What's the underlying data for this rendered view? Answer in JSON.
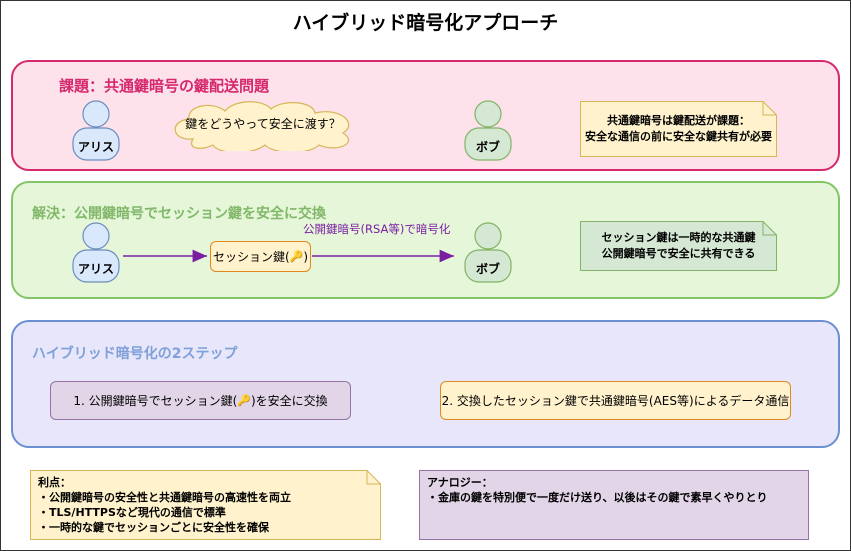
{
  "title": "ハイブリッド暗号化アプローチ",
  "colors": {
    "problem_accent": "#d6286c",
    "solution_accent": "#82c468",
    "steps_accent": "#6b8fd0",
    "arrow": "#7a1fa2",
    "session_key_border": "#e08a1e"
  },
  "problem": {
    "title": "課題：共通鍵暗号の鍵配送問題",
    "alice": "アリス",
    "bob": "ボブ",
    "thought": "鍵をどうやって安全に渡す？",
    "note_lines": [
      "共通鍵暗号は鍵配送が課題：",
      "安全な通信の前に安全な鍵共有が必要"
    ]
  },
  "solution": {
    "title": "解決：公開鍵暗号でセッション鍵を安全に交換",
    "alice": "アリス",
    "bob": "ボブ",
    "session_key": "セッション鍵(",
    "session_key_close": ")",
    "key_icon": "🔑",
    "arrow_label": "公開鍵暗号(RSA等)で暗号化",
    "note_lines": [
      "セッション鍵は一時的な共通鍵",
      "公開鍵暗号で安全に共有できる"
    ]
  },
  "steps": {
    "title": "ハイブリッド暗号化の2ステップ",
    "step1_pre": "1. 公開鍵暗号でセッション鍵(",
    "step1_post": ")を安全に交換",
    "step2": "2. 交換したセッション鍵で共通鍵暗号(AES等)によるデータ通信"
  },
  "benefits": {
    "heading": "利点：",
    "items": [
      "・公開鍵暗号の安全性と共通鍵暗号の高速性を両立",
      "・TLS/HTTPSなど現代の通信で標準",
      "・一時的な鍵でセッションごとに安全性を確保"
    ]
  },
  "analogy": {
    "heading": "アナロジー：",
    "items": [
      "・金庫の鍵を特別便で一度だけ送り、以後はその鍵で素早くやりとり"
    ]
  }
}
